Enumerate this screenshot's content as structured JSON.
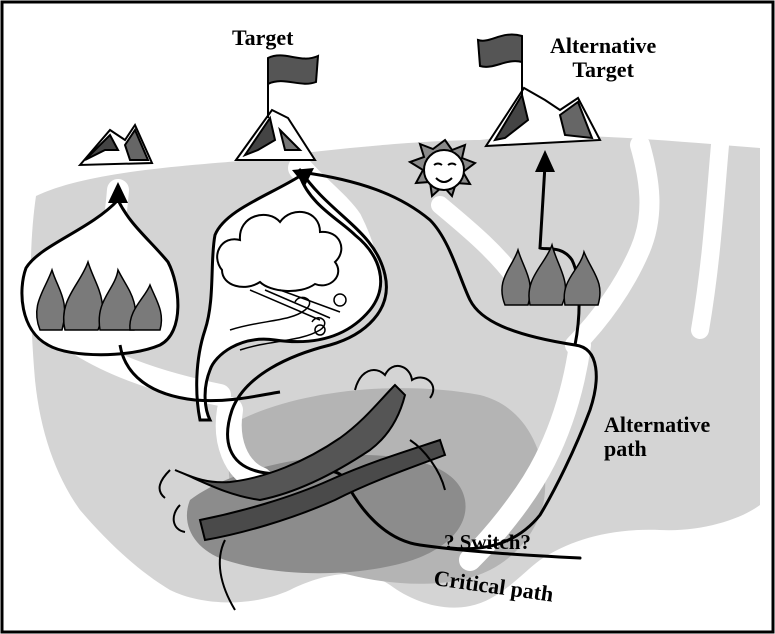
{
  "labels": {
    "target": "Target",
    "alternative_target_line1": "Alternative",
    "alternative_target_line2": "Target",
    "alternative_path_line1": "Alternative",
    "alternative_path_line2": "path",
    "switch": "? Switch?",
    "critical_path": "Critical path"
  },
  "colors": {
    "terrain": "#d4d4d4",
    "mid_terrain": "#a8a8a8",
    "road": "#ffffff",
    "path": "#000000",
    "fire": "#7a7a7a",
    "tree": "#555555",
    "sun": "#8a8a8a"
  },
  "icons": [
    "mountain-icon",
    "flag-icon",
    "fire-icon",
    "storm-cloud-icon",
    "wind-icon",
    "sun-icon",
    "fallen-tree-icon"
  ]
}
